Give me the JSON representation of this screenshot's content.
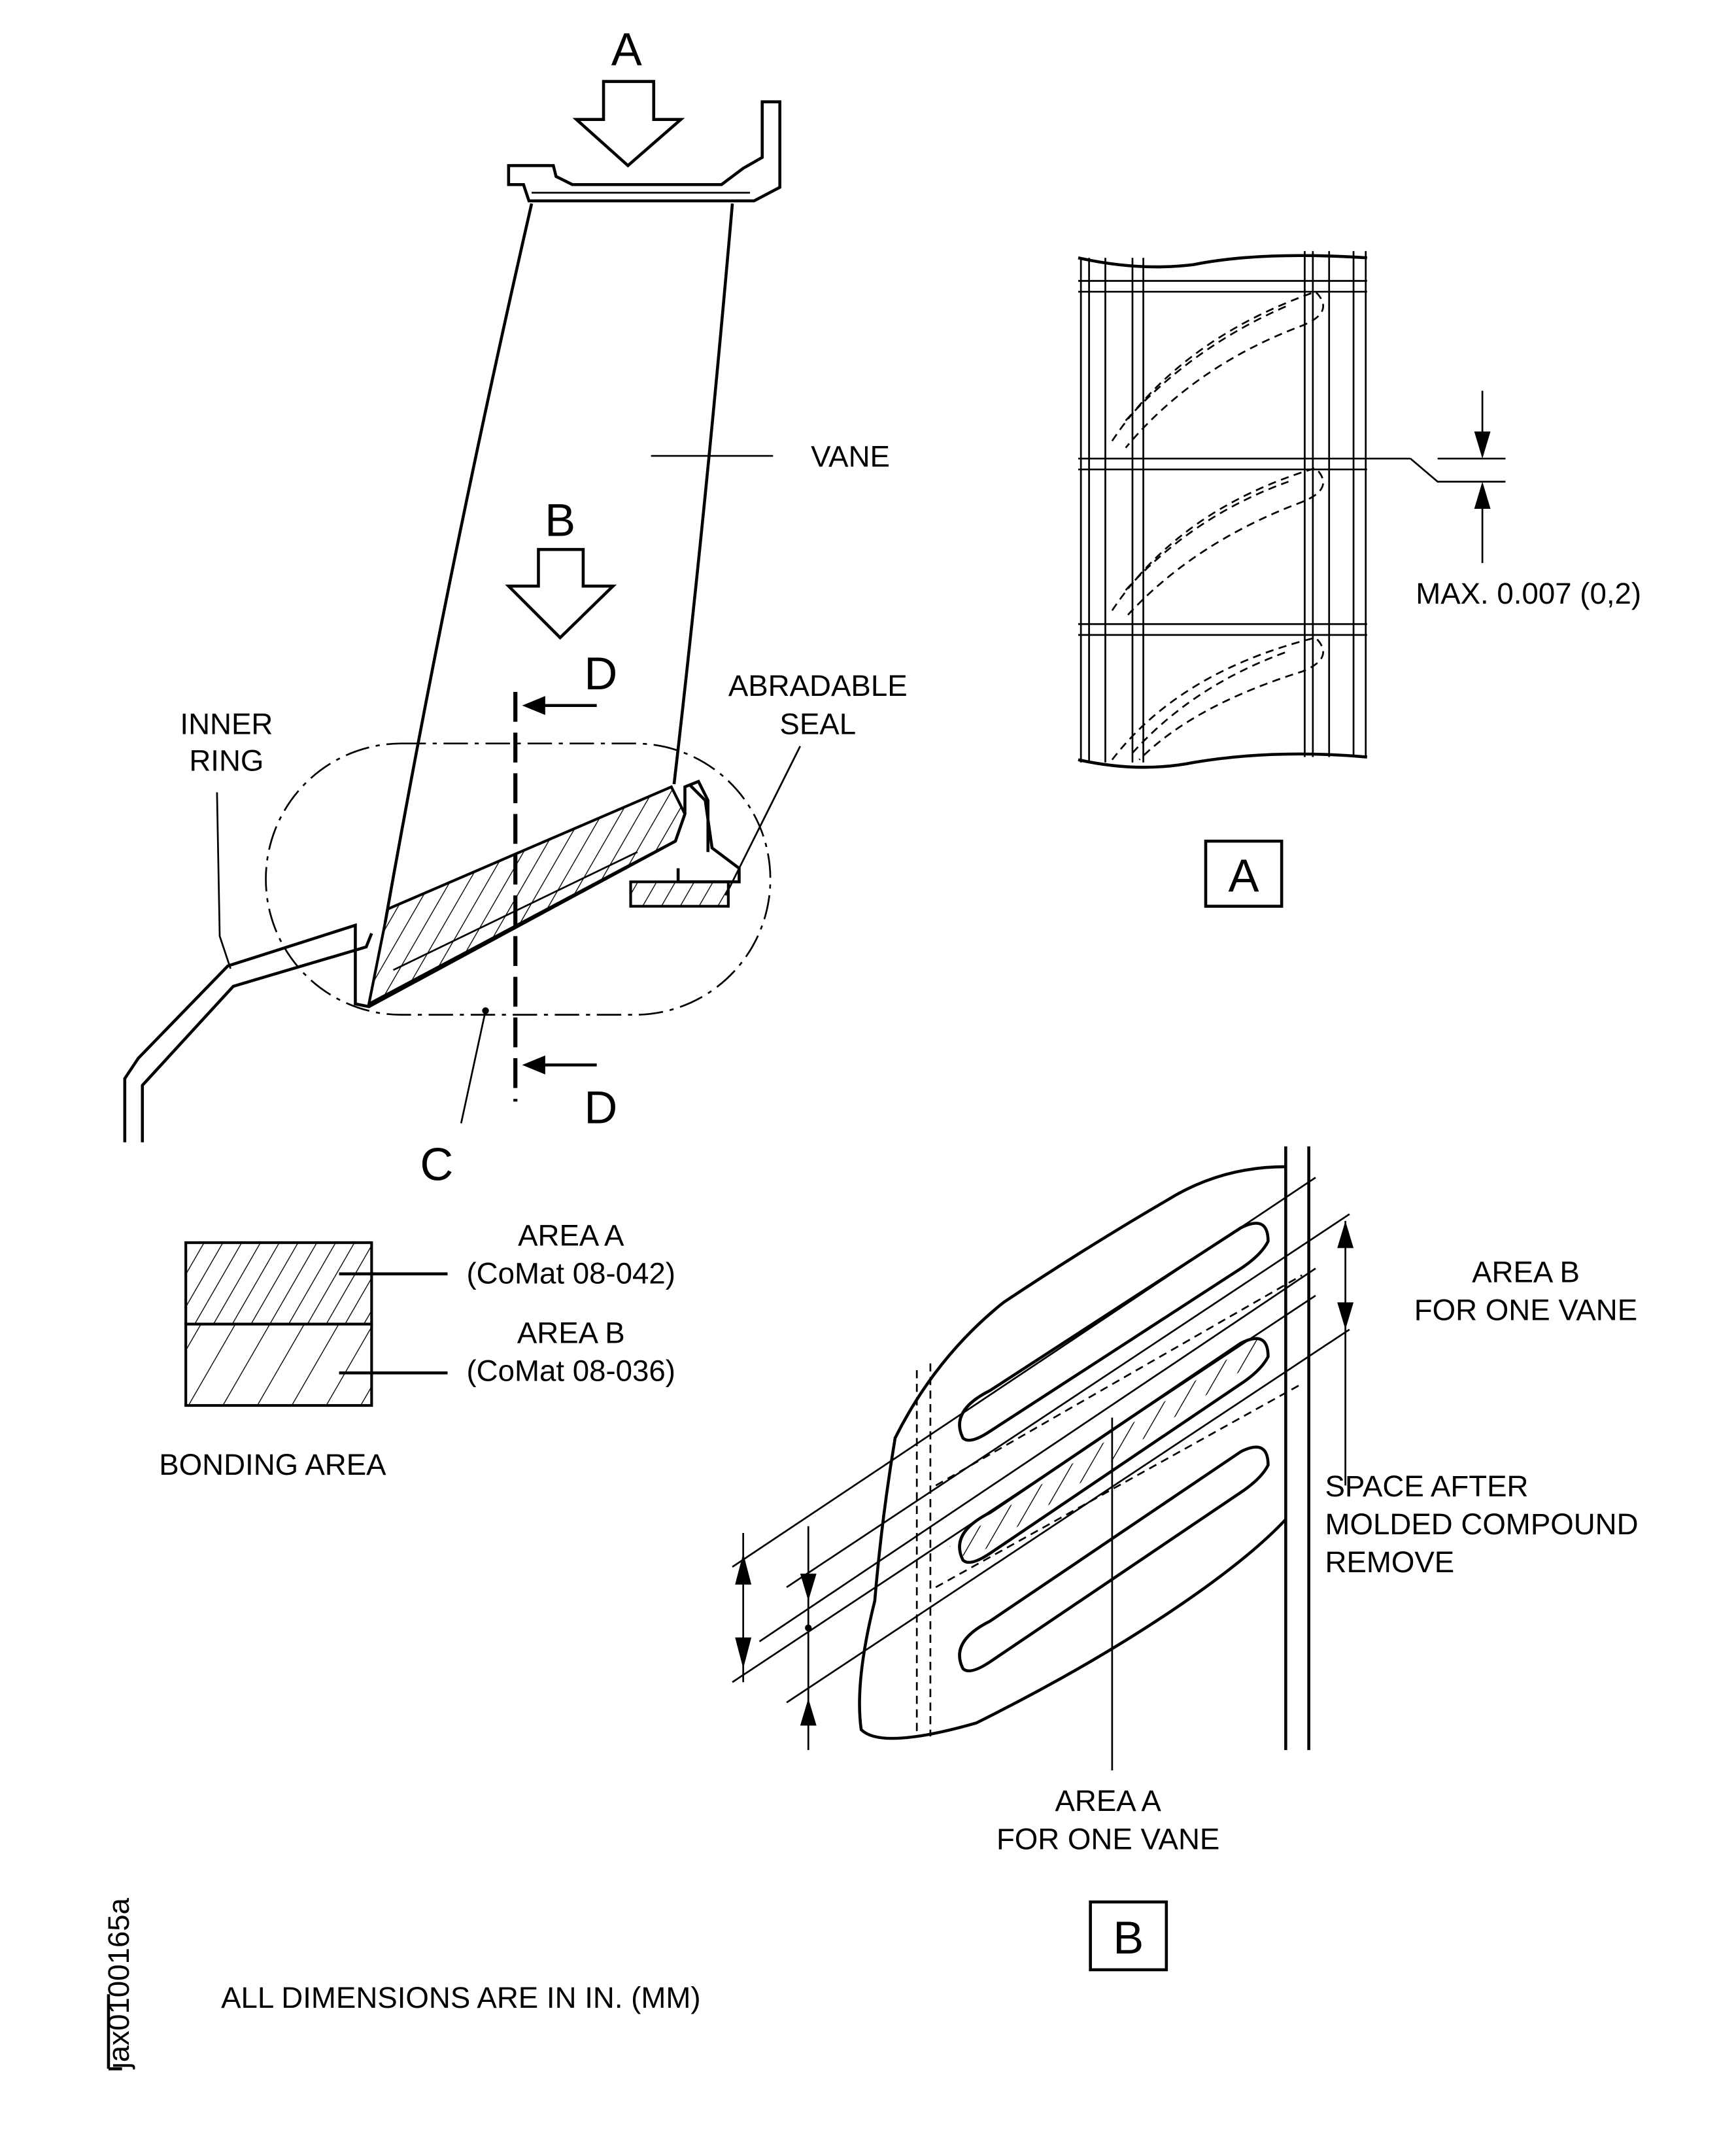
{
  "main_view": {
    "view_arrow_a": "A",
    "view_arrow_b": "B",
    "section_d_top": "D",
    "section_d_bottom": "D",
    "detail_c": "C",
    "vane_label": "VANE",
    "inner_ring_label": [
      "INNER",
      "RING"
    ],
    "abradable_seal_label": [
      "ABRADABLE",
      "SEAL"
    ]
  },
  "legend": {
    "area_a_title": "AREA A",
    "area_a_material": "(CoMat 08-042)",
    "area_b_title": "AREA B",
    "area_b_material": "(CoMat 08-036)",
    "caption": "BONDING AREA"
  },
  "view_a": {
    "dimension_label": "MAX. 0.007 (0,2)",
    "view_label": "A"
  },
  "view_b": {
    "area_b_label": [
      "AREA B",
      "FOR ONE VANE"
    ],
    "space_label": [
      "SPACE AFTER",
      "MOLDED COMPOUND",
      "REMOVE"
    ],
    "area_a_label": [
      "AREA A",
      "FOR ONE VANE"
    ],
    "view_label": "B"
  },
  "footer": {
    "note": "ALL DIMENSIONS ARE IN IN. (MM)",
    "figure_id": "jax0100165a"
  }
}
